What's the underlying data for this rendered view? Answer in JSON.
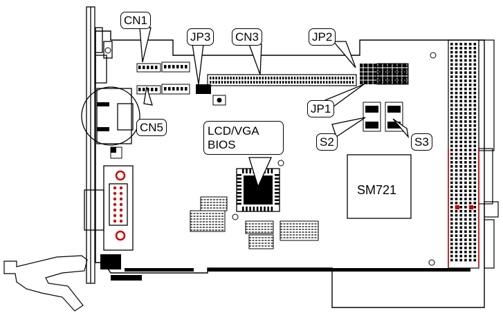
{
  "callouts": {
    "cn1": "CN1",
    "jp3": "JP3",
    "cn3": "CN3",
    "jp2": "JP2",
    "jp1": "JP1",
    "cn5": "CN5",
    "lcd_vga_bios": "LCD/VGA BIOS",
    "s2": "S2",
    "s3": "S3"
  },
  "chips": {
    "sm721": "SM721"
  },
  "colors": {
    "connector_pins": "#cc0000",
    "ink": "#000000",
    "board": "#ffffff"
  }
}
